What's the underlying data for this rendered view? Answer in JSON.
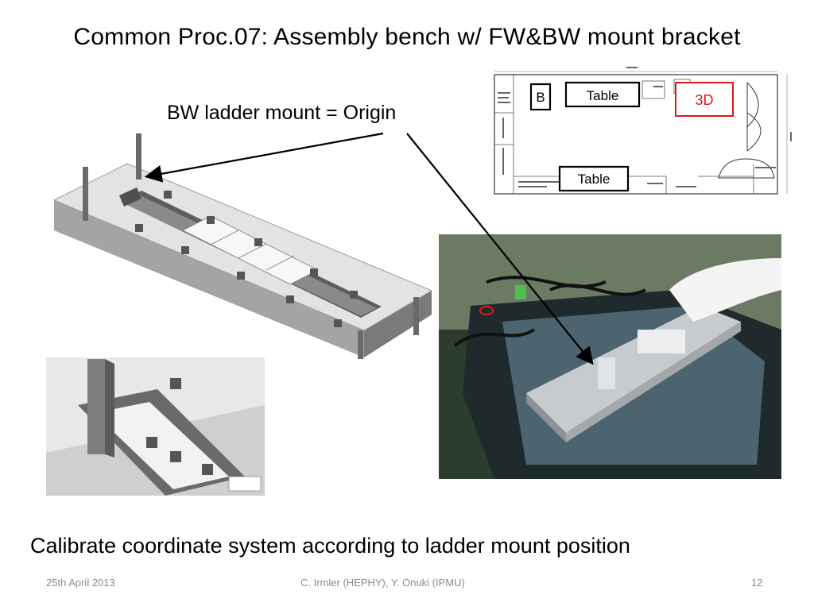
{
  "slide": {
    "title": "Common Proc.07:   Assembly bench w/ FW&BW mount bracket",
    "origin_label": "BW ladder mount = Origin",
    "caption": "Calibrate coordinate system according to ladder mount position"
  },
  "floorplan": {
    "box_b": "B",
    "table_top": "Table",
    "table_bottom": "Table",
    "box_3d": "3D",
    "accent_red": "#e01818"
  },
  "footer": {
    "date": "25th April 2013",
    "authors": "C. Irmler (HEPHY), Y. Onuki (IPMU)",
    "page": "12"
  }
}
